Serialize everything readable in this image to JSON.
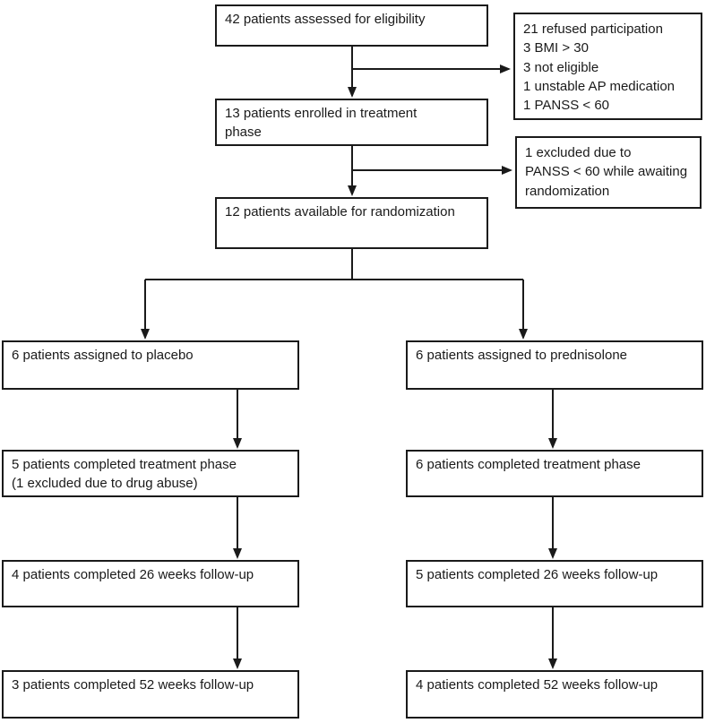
{
  "diagram": {
    "type": "flowchart",
    "description": "CONSORT-style patient flow diagram of a randomized trial",
    "colors": {
      "border": "#1a1a1a",
      "text": "#1a1a1a",
      "background": "#ffffff"
    },
    "nodes": {
      "assessed": "42 patients assessed for eligibility",
      "exclusions_screening": "21 refused participation\n3 BMI > 30\n3 not eligible\n1 unstable AP medication\n1 PANSS < 60",
      "enrolled": "13 patients enrolled in treatment\nphase",
      "excluded_awaiting": "1 excluded due to\nPANSS < 60 while awaiting\nrandomization",
      "randomized": "12 patients available for randomization",
      "placebo_assigned": "6 patients assigned to placebo",
      "placebo_completed": "5 patients completed treatment phase\n(1 excluded due to drug abuse)",
      "placebo_26_weeks": "4 patients completed 26 weeks follow-up",
      "placebo_52_weeks": "3 patients completed 52 weeks follow-up",
      "prednisolone_assigned": "6 patients assigned to prednisolone",
      "prednisolone_completed": "6 patients completed treatment phase",
      "prednisolone_26_weeks": "5 patients completed 26 weeks follow-up",
      "prednisolone_52_weeks": "4 patients completed 52 weeks follow-up"
    }
  }
}
